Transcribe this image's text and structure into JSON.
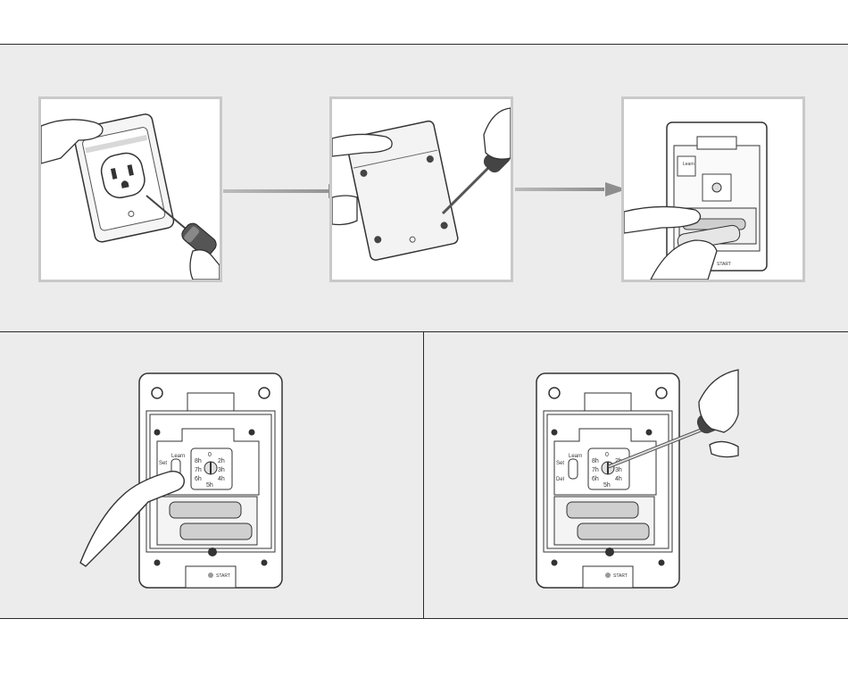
{
  "steps": [
    {
      "id": "step-1"
    },
    {
      "id": "step-2"
    },
    {
      "id": "step-3"
    },
    {
      "id": "step-4"
    },
    {
      "id": "step-5"
    }
  ],
  "device": {
    "switch": {
      "top_label": "Learn",
      "set_label": "Set",
      "del_label": "Del"
    },
    "dial": {
      "labels": {
        "top": "0",
        "tl": "8h",
        "tr": "2h",
        "ml": "7h",
        "mr": "3h",
        "bl": "6h",
        "br": "4h",
        "bottom": "5h"
      }
    },
    "start_label": "START"
  },
  "colors": {
    "panel_bg": "#ececec",
    "frame_border": "#c9c9c9",
    "line": "#2a2a2a",
    "battery": "#cfcfcf",
    "arrow": "#999999"
  }
}
